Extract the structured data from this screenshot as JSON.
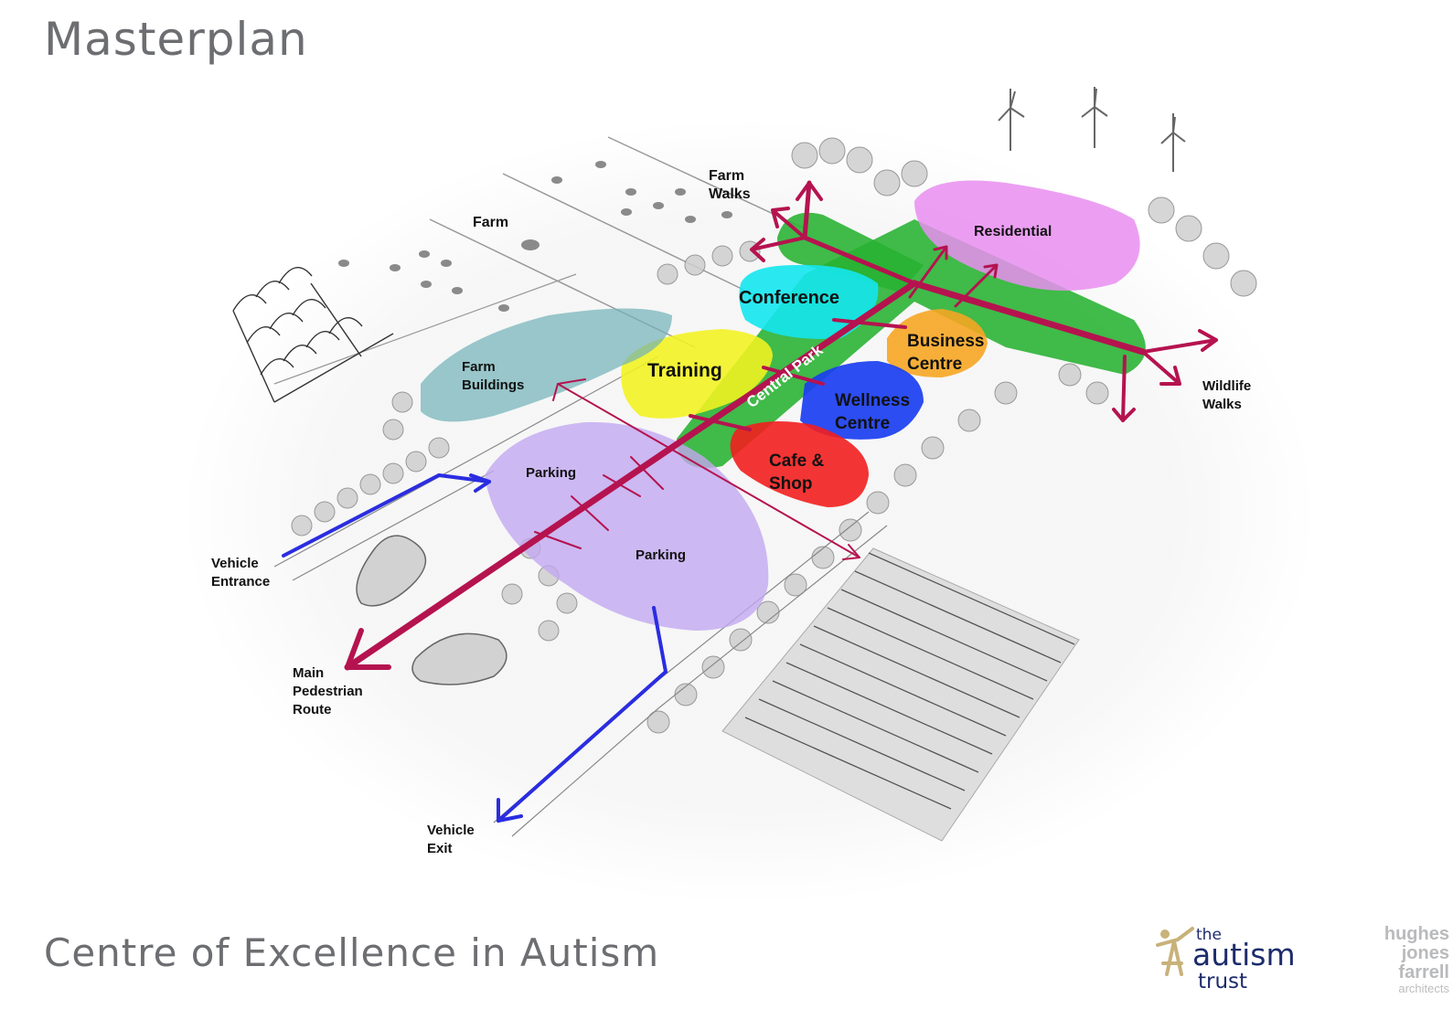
{
  "header": {
    "title": "Masterplan"
  },
  "footer": {
    "title": "Centre of Excellence in Autism",
    "logos": {
      "autism_trust": {
        "line1": "the",
        "line2": "autism",
        "line3": "trust",
        "navy": "#1d2c6b",
        "gold": "#c8b27a"
      },
      "architects": {
        "line1": "hughes",
        "line2": "jones",
        "line3": "farrell",
        "line4": "architects"
      }
    }
  },
  "colors": {
    "pedestrian_route": "#b5134f",
    "vehicle_route": "#2a2de0",
    "central_park": "#27b231",
    "residential": "#e98ef0",
    "conference": "#14e6ee",
    "training": "#f2f21f",
    "business_centre": "#f6a623",
    "wellness_centre": "#1a3ef0",
    "cafe_shop": "#f21f1f",
    "farm_buildings": "#6fb0b6",
    "parking": "#c2a8f0",
    "sketch_gray": "#bdbdbd"
  },
  "zones": [
    {
      "id": "residential",
      "label": "Residential"
    },
    {
      "id": "conference",
      "label": "Conference"
    },
    {
      "id": "training",
      "label": "Training"
    },
    {
      "id": "business_centre",
      "label_line1": "Business",
      "label_line2": "Centre"
    },
    {
      "id": "wellness_centre",
      "label_line1": "Wellness",
      "label_line2": "Centre"
    },
    {
      "id": "cafe_shop",
      "label_line1": "Cafe &",
      "label_line2": "Shop"
    },
    {
      "id": "farm_buildings",
      "label_line1": "Farm",
      "label_line2": "Buildings"
    },
    {
      "id": "parking_north",
      "label": "Parking"
    },
    {
      "id": "parking_south",
      "label": "Parking"
    },
    {
      "id": "central_park",
      "label": "Central Park"
    }
  ],
  "annotations": {
    "farm": "Farm",
    "farm_walks": {
      "line1": "Farm",
      "line2": "Walks"
    },
    "wildlife_walks": {
      "line1": "Wildlife",
      "line2": "Walks"
    },
    "vehicle_entrance": {
      "line1": "Vehicle",
      "line2": "Entrance"
    },
    "vehicle_exit": {
      "line1": "Vehicle",
      "line2": "Exit"
    },
    "main_pedestrian_route": {
      "line1": "Main",
      "line2": "Pedestrian",
      "line3": "Route"
    }
  }
}
